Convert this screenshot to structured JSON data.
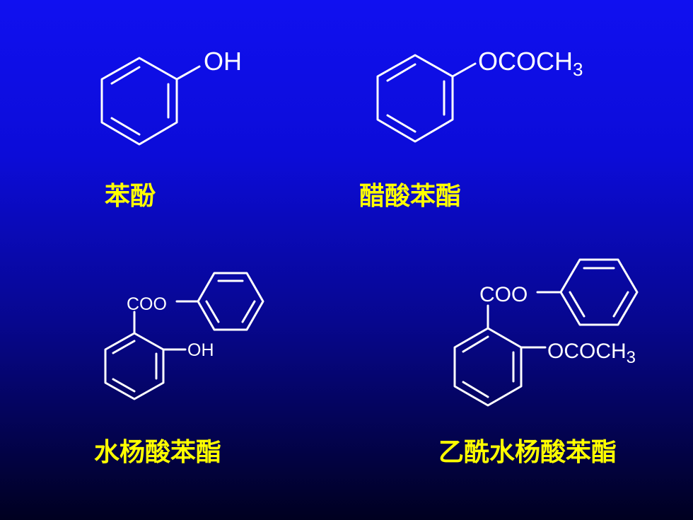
{
  "colors": {
    "bond": "#ffffff",
    "label": "#ffffff",
    "name": "#ffff00"
  },
  "compounds": [
    {
      "name": "苯酚",
      "groups": {
        "oh": "OH"
      }
    },
    {
      "name": "醋酸苯酯",
      "groups": {
        "oac": "OCOCH",
        "sub": "3"
      }
    },
    {
      "name": "水杨酸苯酯",
      "groups": {
        "coo": "COO",
        "oh": "OH"
      }
    },
    {
      "name": "乙酰水杨酸苯酯",
      "groups": {
        "coo": "COO",
        "oac": "OCOCH",
        "sub": "3"
      }
    }
  ]
}
